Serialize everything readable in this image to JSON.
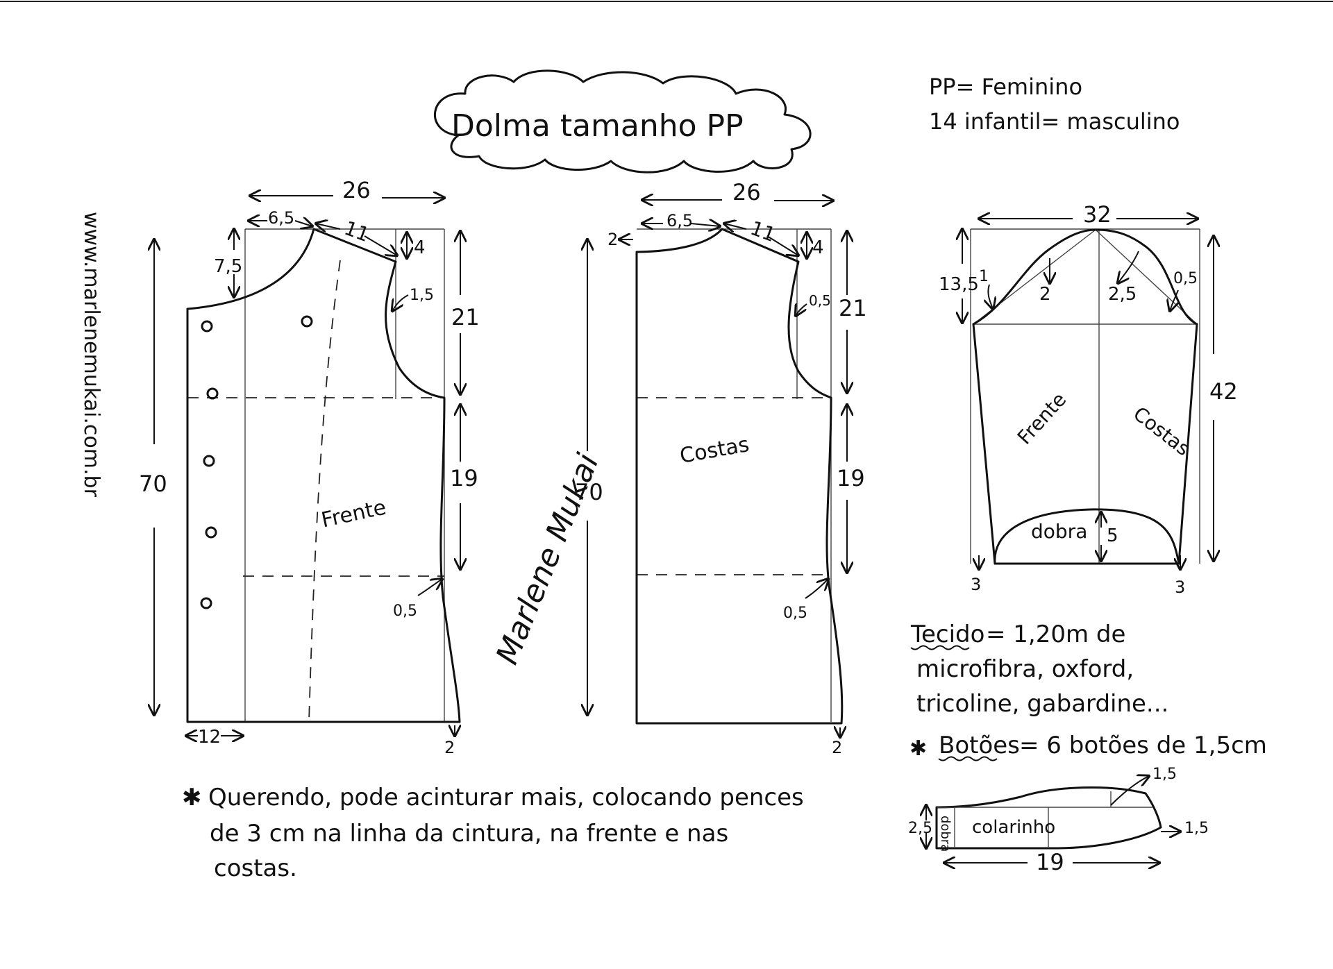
{
  "header": {
    "title": "Dolma tamanho PP",
    "size_note_1": "PP= Feminino",
    "size_note_2": "14 infantil= masculino",
    "website": "www.marlenemukai.com.br",
    "signature": "Marlene Mukai"
  },
  "front": {
    "label": "Frente",
    "width": "26",
    "neck_width": "6,5",
    "shoulder": "11",
    "shoulder_drop": "4",
    "neck_depth": "7,5",
    "armhole_curve": "1,5",
    "armhole_depth": "21",
    "side_length": "19",
    "total_length": "70",
    "waist_in": "0,5",
    "placket": "12",
    "hem_ext": "2"
  },
  "back": {
    "label": "Costas",
    "width": "26",
    "neck_width": "6,5",
    "neck_rise": "2",
    "shoulder": "11",
    "shoulder_drop": "4",
    "armhole_curve": "0,5",
    "armhole_depth": "21",
    "side_length": "19",
    "total_length": "70",
    "waist_in": "0,5",
    "hem_ext": "2"
  },
  "sleeve": {
    "front_label": "Frente",
    "back_label": "Costas",
    "fold_label": "dobra",
    "width": "32",
    "cap_height": "13,5",
    "front_curve_low": "1",
    "front_curve_high": "2",
    "back_curve_high": "2,5",
    "back_curve_low": "0,5",
    "length": "42",
    "fold_depth": "5",
    "hem_in_left": "3",
    "hem_in_right": "3"
  },
  "notes": {
    "fabric_label": "Tecido",
    "fabric_line1": "= 1,20m de",
    "fabric_line2": "microfibra, oxford,",
    "fabric_line3": "tricoline, gabardine...",
    "buttons_label": "Botões",
    "buttons_text": "= 6 botões de 1,5cm",
    "waist_line1": "Querendo, pode acinturar mais, colocando pences",
    "waist_line2": "de 3 cm na linha da cintura, na frente e nas",
    "waist_line3": "costas."
  },
  "collar": {
    "label": "colarinho",
    "fold_label": "dobra",
    "height": "2,5",
    "length": "19",
    "top_rise": "1,5",
    "end_ext": "1,5"
  },
  "colors": {
    "ink": "#111111",
    "paper": "#ffffff"
  }
}
